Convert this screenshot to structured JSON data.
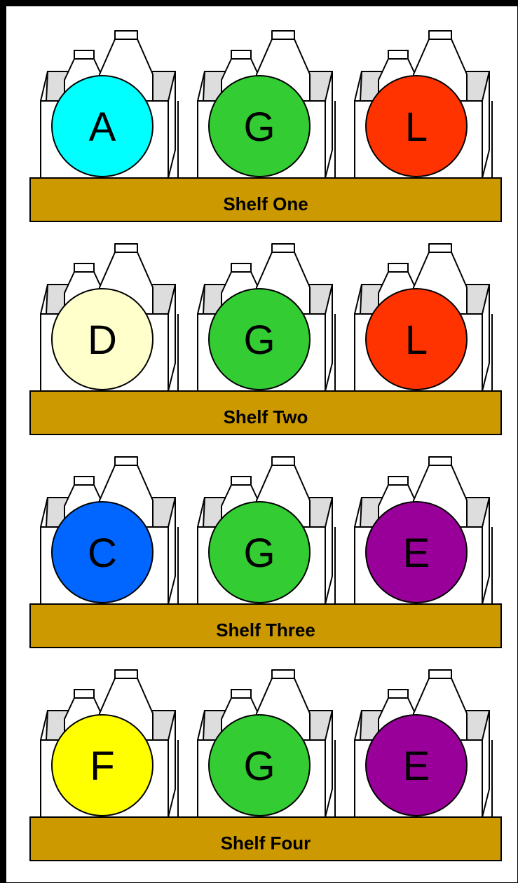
{
  "colors": {
    "shelf": "#CC9900",
    "bag_flap": "#DDDDDD",
    "outline": "#000000"
  },
  "shelves": [
    {
      "label": "Shelf One",
      "items": [
        {
          "letter": "A",
          "color": "#00FFFF"
        },
        {
          "letter": "G",
          "color": "#33CC33"
        },
        {
          "letter": "L",
          "color": "#FF3300"
        }
      ]
    },
    {
      "label": "Shelf Two",
      "items": [
        {
          "letter": "D",
          "color": "#FFFFCC"
        },
        {
          "letter": "G",
          "color": "#33CC33"
        },
        {
          "letter": "L",
          "color": "#FF3300"
        }
      ]
    },
    {
      "label": "Shelf Three",
      "items": [
        {
          "letter": "C",
          "color": "#0066FF"
        },
        {
          "letter": "G",
          "color": "#33CC33"
        },
        {
          "letter": "E",
          "color": "#990099"
        }
      ]
    },
    {
      "label": "Shelf Four",
      "items": [
        {
          "letter": "F",
          "color": "#FFFF00"
        },
        {
          "letter": "G",
          "color": "#33CC33"
        },
        {
          "letter": "E",
          "color": "#990099"
        }
      ]
    }
  ]
}
